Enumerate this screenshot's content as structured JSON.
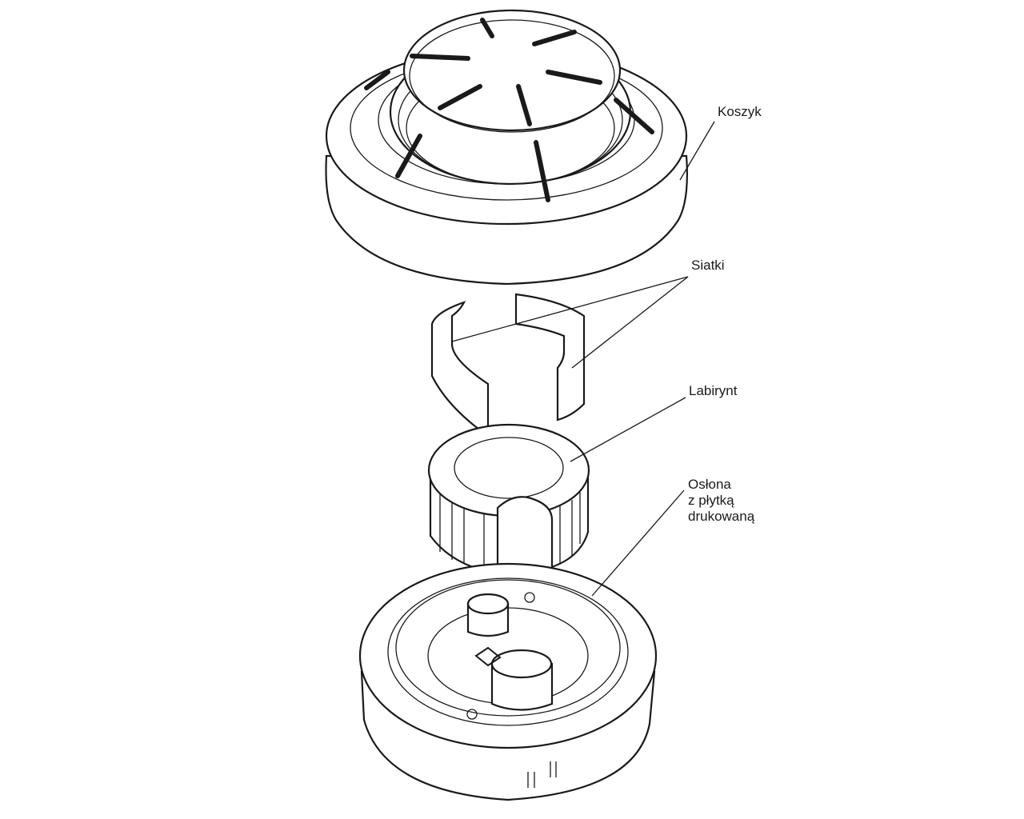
{
  "labels": {
    "koszyk": "Koszyk",
    "siatki": "Siatki",
    "labirynt": "Labirynt",
    "oslona_line1": "Osłona",
    "oslona_line2": "z płytką",
    "oslona_line3": "drukowaną"
  }
}
